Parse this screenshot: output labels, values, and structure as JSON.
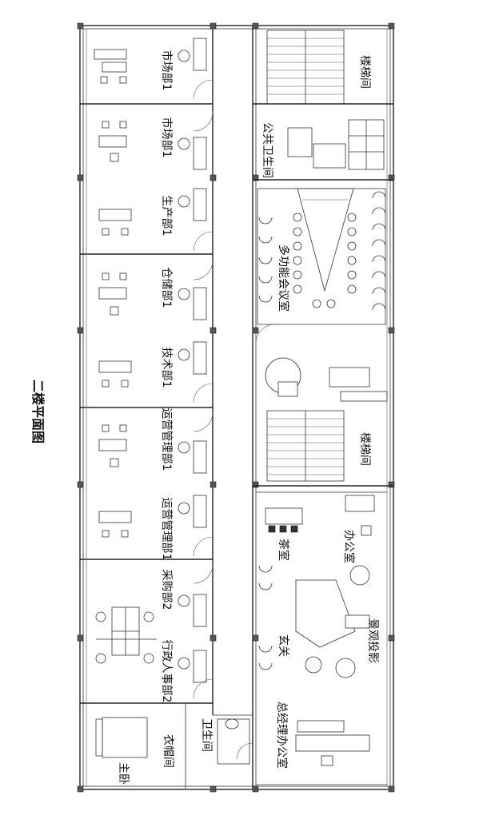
{
  "title": "二楼平面图",
  "rooms": {
    "market1_a": "市场部1",
    "market1_b": "市场部1",
    "production": "生产部1",
    "warehouse": "仓储部1",
    "technical": "技术部1",
    "ops1": "运营管理部1",
    "ops2": "运营管理部1",
    "procurement": "采购部2",
    "admin_hr": "行政人事部2",
    "master_bedroom": "主卧",
    "cloakroom": "衣帽间",
    "bathroom": "卫生间",
    "gm_office": "总经理办公室",
    "entrance": "玄关",
    "landscape": "景观投影",
    "tea_room": "茶室",
    "office": "办公室",
    "meeting": "多功能会议室",
    "public_wc": "公共卫生间",
    "stair_top": "楼梯间",
    "stair_mid": "楼梯间"
  },
  "colors": {
    "line": "#222222",
    "column": "#555555"
  }
}
